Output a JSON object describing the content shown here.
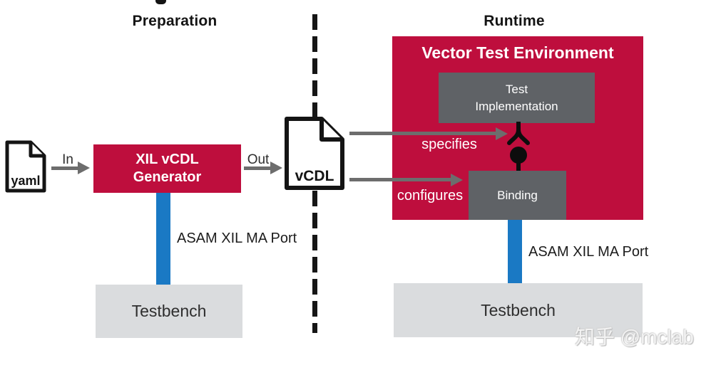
{
  "colors": {
    "crimson": "#be0e3d",
    "dark_gray_box": "#5f6266",
    "light_gray_box": "#dadcde",
    "blue_port_bar": "#1a79c4",
    "arrow_gray": "#6d6d6d"
  },
  "sections": {
    "left_title": "Preparation",
    "right_title": "Runtime"
  },
  "preparation": {
    "yaml_file_label": "yaml",
    "in_arrow_label": "In",
    "generator_box": {
      "line1": "XIL vCDL",
      "line2": "Generator"
    },
    "out_arrow_label": "Out",
    "vcdl_file_label": "vCDL",
    "port_bar_label": "ASAM XIL MA Port",
    "testbench_label": "Testbench"
  },
  "runtime": {
    "environment_title": "Vector Test Environment",
    "test_implementation_box": {
      "line1": "Test",
      "line2": "Implementation"
    },
    "binding_box_label": "Binding",
    "specifies_arrow_label": "specifies",
    "configures_arrow_label": "configures",
    "port_bar_label": "ASAM XIL MA Port",
    "testbench_label": "Testbench"
  },
  "watermark": "知乎 @mclab"
}
